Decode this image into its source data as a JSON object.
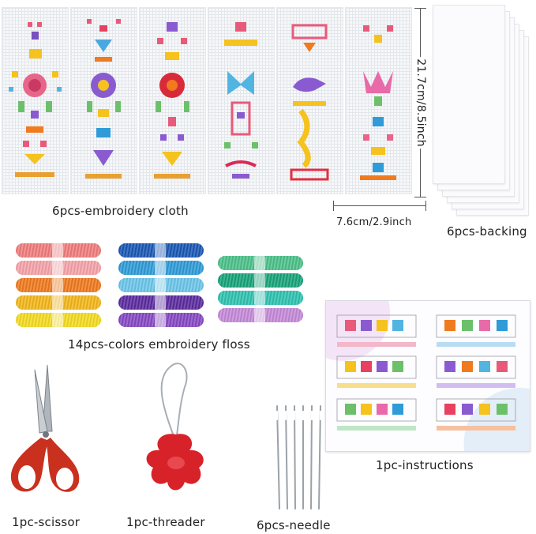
{
  "labels": {
    "cloth": "6pcs-embroidery cloth",
    "backing": "6pcs-backing",
    "floss": "14pcs-colors embroidery floss",
    "instructions": "1pc-instructions",
    "scissor": "1pc-scissor",
    "threader": "1pc-threader",
    "needle": "6pcs-needle"
  },
  "dimensions": {
    "height": "21.7cm/8.5inch",
    "width": "7.6cm/2.9inch"
  },
  "floss_colors": {
    "left": [
      "#f07c7c",
      "#f5a3a8",
      "#f07a1e",
      "#f3b71a",
      "#f4dc20"
    ],
    "middle": [
      "#1a58b5",
      "#2f9bd8",
      "#6cc6ea",
      "#5b2ba0",
      "#8748c4"
    ],
    "right": [
      "#4cc18a",
      "#17a479",
      "#2fc2b0",
      "#c58ad8",
      "#c91f27"
    ]
  },
  "palette": {
    "scissor_red": "#c9301e",
    "threader_red": "#d8222a",
    "needle_steel": "#9aa1a8"
  },
  "icons": [
    "scissor-icon",
    "threader-icon",
    "needle-icon"
  ]
}
